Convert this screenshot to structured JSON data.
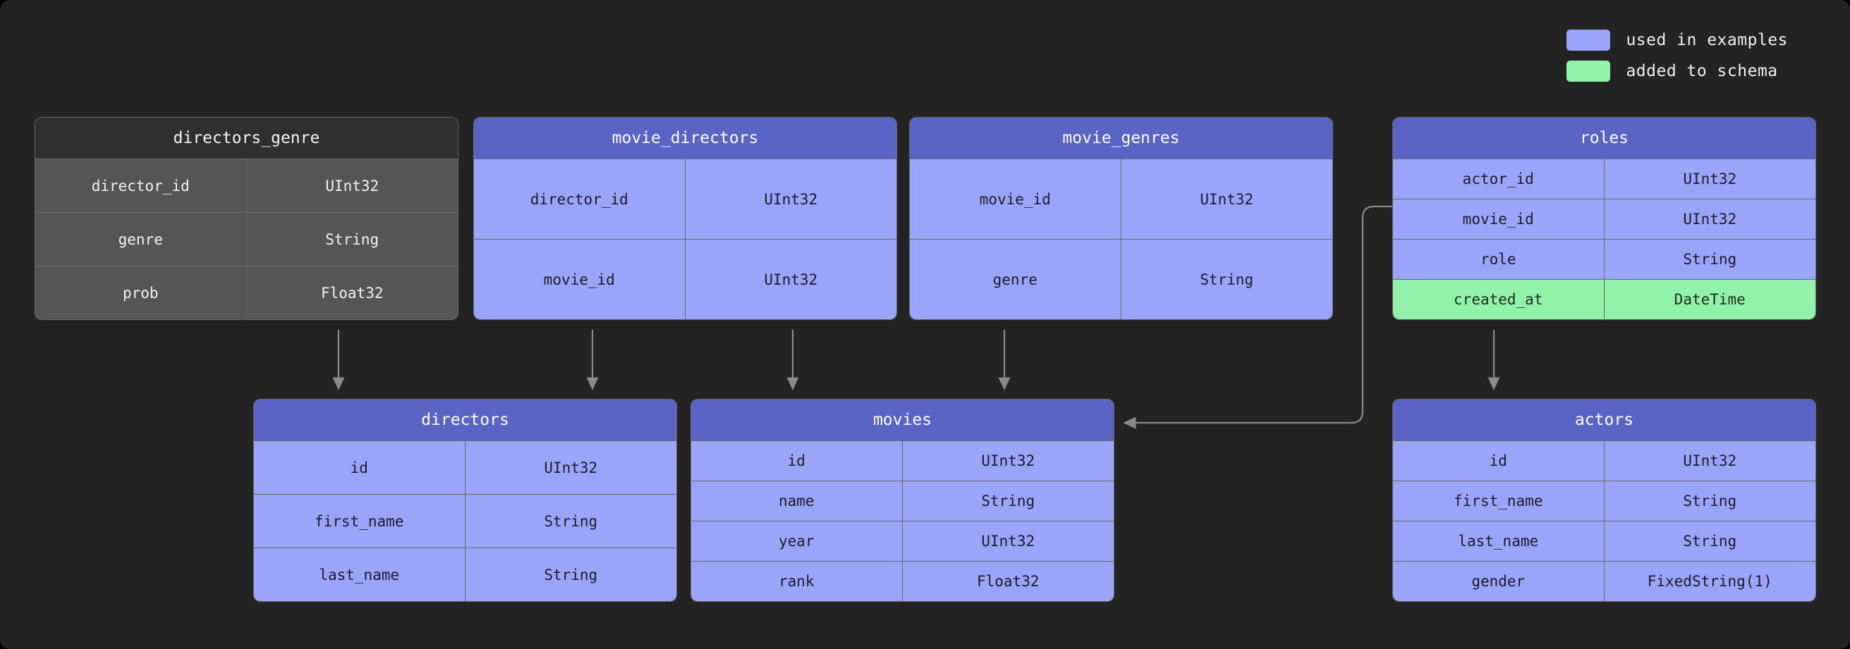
{
  "legend": {
    "items": [
      {
        "label": "used in examples",
        "color": "#9aa4f9",
        "swatch_name": "legend-swatch-blue"
      },
      {
        "label": "added to schema",
        "color": "#93f2a9",
        "swatch_name": "legend-swatch-green"
      }
    ]
  },
  "colors": {
    "background": "#232323",
    "header_blue": "#5a64c4",
    "row_blue": "#9aa4f9",
    "row_green": "#93f2a9",
    "header_gray": "#2f2f2f",
    "row_gray": "#555555",
    "border": "#6a6a6a",
    "edge": "#8a8a8a"
  },
  "tables": [
    {
      "id": "directors_genre",
      "title": "directors_genre",
      "style": "plain",
      "rows": [
        {
          "name": "director_id",
          "type": "UInt32",
          "highlight": "none"
        },
        {
          "name": "genre",
          "type": "String",
          "highlight": "none"
        },
        {
          "name": "prob",
          "type": "Float32",
          "highlight": "none"
        }
      ]
    },
    {
      "id": "movie_directors",
      "title": "movie_directors",
      "style": "blue",
      "rows": [
        {
          "name": "director_id",
          "type": "UInt32",
          "highlight": "none"
        },
        {
          "name": "movie_id",
          "type": "UInt32",
          "highlight": "none"
        }
      ]
    },
    {
      "id": "movie_genres",
      "title": "movie_genres",
      "style": "blue",
      "rows": [
        {
          "name": "movie_id",
          "type": "UInt32",
          "highlight": "none"
        },
        {
          "name": "genre",
          "type": "String",
          "highlight": "none"
        }
      ]
    },
    {
      "id": "roles",
      "title": "roles",
      "style": "blue",
      "rows": [
        {
          "name": "actor_id",
          "type": "UInt32",
          "highlight": "none"
        },
        {
          "name": "movie_id",
          "type": "UInt32",
          "highlight": "none"
        },
        {
          "name": "role",
          "type": "String",
          "highlight": "none"
        },
        {
          "name": "created_at",
          "type": "DateTime",
          "highlight": "green"
        }
      ]
    },
    {
      "id": "directors",
      "title": "directors",
      "style": "blue",
      "rows": [
        {
          "name": "id",
          "type": "UInt32",
          "highlight": "none"
        },
        {
          "name": "first_name",
          "type": "String",
          "highlight": "none"
        },
        {
          "name": "last_name",
          "type": "String",
          "highlight": "none"
        }
      ]
    },
    {
      "id": "movies",
      "title": "movies",
      "style": "blue",
      "rows": [
        {
          "name": "id",
          "type": "UInt32",
          "highlight": "none"
        },
        {
          "name": "name",
          "type": "String",
          "highlight": "none"
        },
        {
          "name": "year",
          "type": "UInt32",
          "highlight": "none"
        },
        {
          "name": "rank",
          "type": "Float32",
          "highlight": "none"
        }
      ]
    },
    {
      "id": "actors",
      "title": "actors",
      "style": "blue",
      "rows": [
        {
          "name": "id",
          "type": "UInt32",
          "highlight": "none"
        },
        {
          "name": "first_name",
          "type": "String",
          "highlight": "none"
        },
        {
          "name": "last_name",
          "type": "String",
          "highlight": "none"
        },
        {
          "name": "gender",
          "type": "FixedString(1)",
          "highlight": "none"
        }
      ]
    }
  ],
  "edges": [
    {
      "from": "directors_genre",
      "to": "directors"
    },
    {
      "from": "movie_directors",
      "to": "directors"
    },
    {
      "from": "movie_directors",
      "to": "movies"
    },
    {
      "from": "movie_genres",
      "to": "movies"
    },
    {
      "from": "roles",
      "to": "movies"
    },
    {
      "from": "roles",
      "to": "actors"
    }
  ]
}
